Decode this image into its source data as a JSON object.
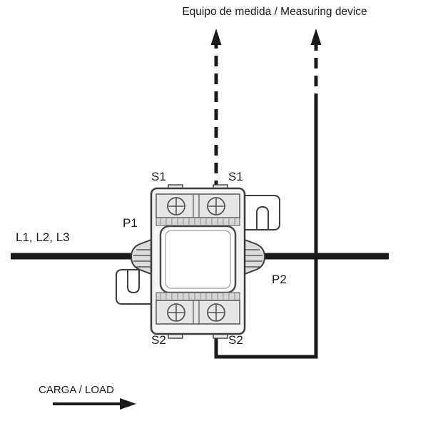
{
  "title": "Equipo de medida / Measuring device",
  "labels": {
    "s1_left": "S1",
    "s1_right": "S1",
    "p1": "P1",
    "p2": "P2",
    "s2_left": "S2",
    "s2_right": "S2",
    "phase_lines": "L1, L2, L3",
    "load": "CARGA / LOAD"
  },
  "icons": {
    "arrow_up_left": "arrow-up-icon",
    "arrow_up_right": "arrow-up-icon",
    "arrow_right_load": "arrow-right-icon"
  },
  "colors": {
    "wire": "#1a1a1a",
    "device_outline": "#3d3d3d",
    "device_fill": "#ececec",
    "window_fill": "#ffffff"
  }
}
